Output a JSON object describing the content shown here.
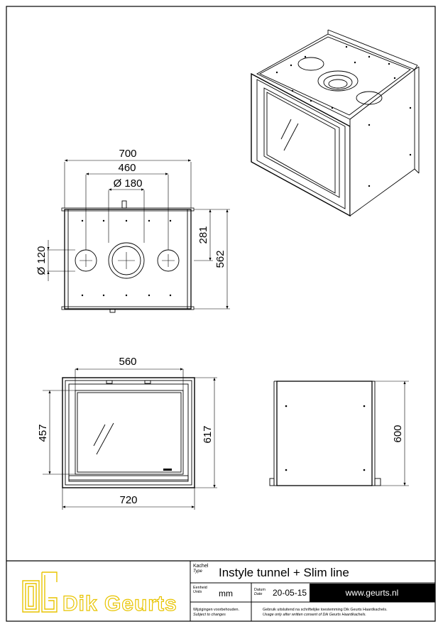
{
  "dimensions": {
    "top_view": {
      "width": "700",
      "holes_spacing": "460",
      "center_hole": "Ø 180",
      "side_hole": "Ø 120",
      "depth_half": "281",
      "depth": "562"
    },
    "front_view": {
      "glass_width": "560",
      "glass_height": "457",
      "height": "617",
      "width": "720"
    },
    "side_view": {
      "height": "600"
    }
  },
  "title_block": {
    "brand": "Dik Geurts",
    "type_label": "Kachel",
    "type_label_en": "Type",
    "type_value": "Instyle tunnel + Slim line",
    "units_label": "Eenheid",
    "units_label_en": "Units",
    "units_value": "mm",
    "date_label": "Datum",
    "date_label_en": "Date",
    "date_value": "20-05-15",
    "website": "www.geurts.nl",
    "changes_nl": "Wijzigingen voorbehouden.",
    "changes_en": "Subject to changes",
    "consent_nl": "Gebruik uitsluitend na schriftelijke toestemming Dik Geurts Haardkachels.",
    "consent_en": "Usage only after written consent of Dik Geurts Haardkachels."
  },
  "colors": {
    "line": "#000000",
    "logo": "#e8c400",
    "web_bg": "#000000",
    "web_text": "#ffffff"
  }
}
